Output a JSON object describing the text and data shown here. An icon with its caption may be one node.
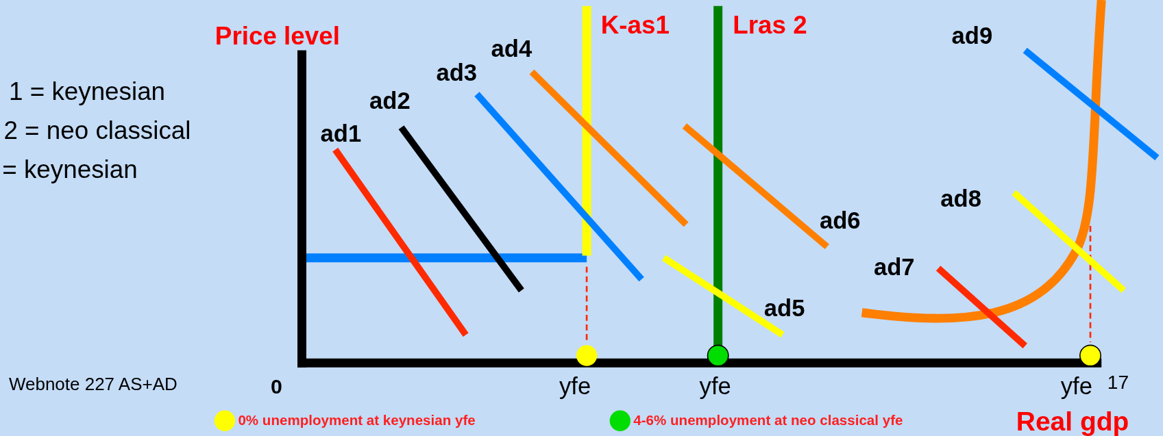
{
  "diagram": {
    "labels": [
      "Price level",
      "K-as1",
      "Lras 2",
      "ad9",
      "ad4",
      "ad3",
      "1 = keynesian",
      "ad2",
      "2 = neo classical",
      "ad1",
      "= keynesian",
      "ad8",
      "ad6",
      "ad7",
      "ad5",
      "Webnote 227 AS+AD",
      "0",
      "yfe",
      "yfe",
      "yfe",
      "17",
      "Real gdp"
    ],
    "legend": [
      {
        "text": "0% unemployment at keynesian yfe",
        "color": "#ffff00"
      },
      {
        "text": "4-6% unemployment at neo classical yfe",
        "color": "#00dd00"
      }
    ]
  }
}
